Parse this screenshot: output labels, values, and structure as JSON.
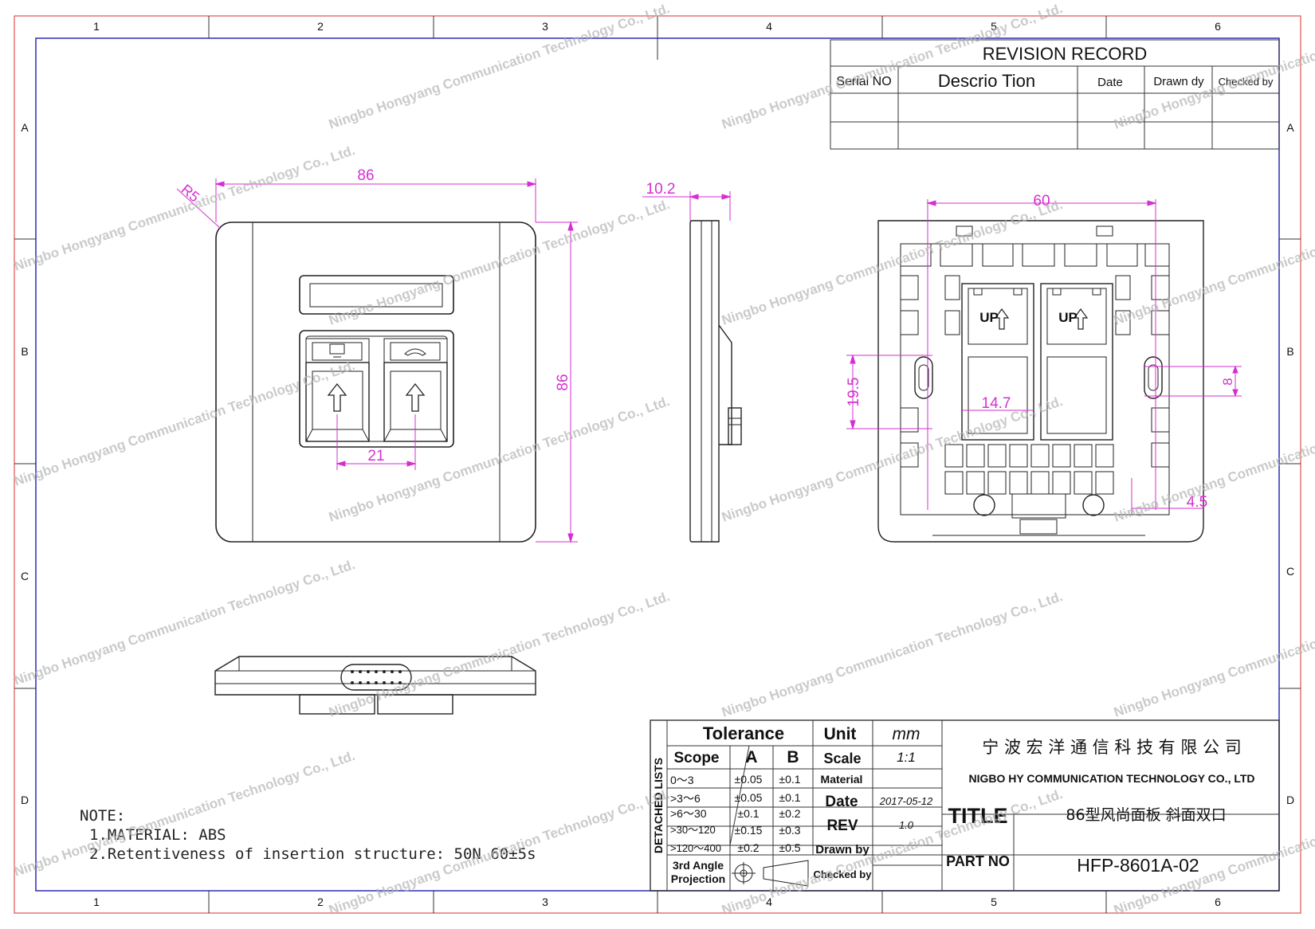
{
  "frame": {
    "col_labels": [
      "1",
      "2",
      "3",
      "4",
      "5",
      "6"
    ],
    "row_labels": [
      "A",
      "B",
      "C",
      "D"
    ]
  },
  "revision_record": {
    "title": "REVISION RECORD",
    "headers": [
      "Serial NO",
      "Descrio Tion",
      "Date",
      "Drawn dy",
      "Checked by"
    ]
  },
  "dimensions": {
    "front_width": "86",
    "front_height": "86",
    "corner_radius": "R5",
    "port_pitch": "21",
    "side_depth": "10.2",
    "rear_width": "60",
    "rear_hole_pitch": "19.5",
    "rear_slot": "8",
    "rear_gap": "14.7",
    "rear_offset": "4.5"
  },
  "rear_labels": {
    "up_left": "UP",
    "up_right": "UP"
  },
  "notes": {
    "heading": "NOTE:",
    "line1": "1.MATERIAL: ABS",
    "line2": "2.Retentiveness of insertion structure: 50N 60±5s"
  },
  "title_block": {
    "detached_lists": "DETACHED LISTS",
    "tolerance": "Tolerance",
    "scope": "Scope",
    "col_a": "A",
    "col_b": "B",
    "tolerance_rows": [
      {
        "scope": "0～3",
        "a": "±0.05",
        "b": "±0.1"
      },
      {
        "scope": ">3～6",
        "a": "±0.05",
        "b": "±0.1"
      },
      {
        "scope": ">6～30",
        "a": "±0.1",
        "b": "±0.2"
      },
      {
        "scope": ">30～120",
        "a": "±0.15",
        "b": "±0.3"
      },
      {
        "scope": ">120～400",
        "a": "±0.2",
        "b": "±0.5"
      }
    ],
    "projection_line1": "3rd Angle",
    "projection_line2": "Projection",
    "unit_label": "Unit",
    "unit_value": "mm",
    "scale_label": "Scale",
    "scale_value": "1:1",
    "material_label": "Material",
    "material_value": "",
    "date_label": "Date",
    "date_value": "2017-05-12",
    "rev_label": "REV",
    "rev_value": "1.0",
    "drawn_by_label": "Drawn by",
    "checked_by_label": "Checked by",
    "company_cn": "宁 波 宏 洋 通 信 科 技 有 限 公 司",
    "company_en": "NIGBO HY COMMUNICATION TECHNOLOGY CO., LTD",
    "title_label": "TITLE",
    "title_value": "86型风尚面板 斜面双口",
    "part_no_label": "PART NO",
    "part_no_value": "HFP-8601A-02"
  },
  "watermark": {
    "short": "Ningbo Hongyang Communication Technology Co., Ltd."
  },
  "colors": {
    "dimension": "#d62fd0",
    "frame": "#3a3ab8",
    "outer": "#e05050",
    "line": "#222222"
  }
}
